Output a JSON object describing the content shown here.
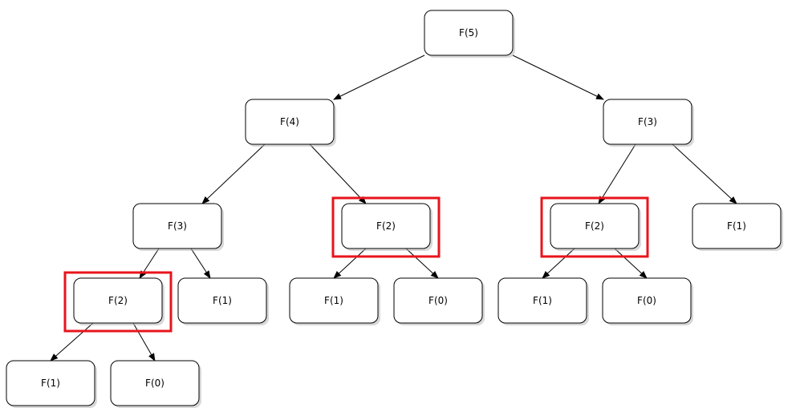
{
  "diagram": {
    "nodes": [
      {
        "id": "n5",
        "label": "F(5)",
        "highlighted": false
      },
      {
        "id": "n4",
        "label": "F(4)",
        "highlighted": false
      },
      {
        "id": "n3a",
        "label": "F(3)",
        "highlighted": false
      },
      {
        "id": "n3b",
        "label": "F(3)",
        "highlighted": false
      },
      {
        "id": "n2a",
        "label": "F(2)",
        "highlighted": true
      },
      {
        "id": "n1a",
        "label": "F(1)",
        "highlighted": false
      },
      {
        "id": "n1b",
        "label": "F(1)",
        "highlighted": false
      },
      {
        "id": "n0a",
        "label": "F(0)",
        "highlighted": false
      },
      {
        "id": "n2b",
        "label": "F(2)",
        "highlighted": true
      },
      {
        "id": "n1c",
        "label": "F(1)",
        "highlighted": false
      },
      {
        "id": "n0b",
        "label": "F(0)",
        "highlighted": false
      },
      {
        "id": "n2c",
        "label": "F(2)",
        "highlighted": true
      },
      {
        "id": "n1d",
        "label": "F(1)",
        "highlighted": false
      },
      {
        "id": "n1e",
        "label": "F(1)",
        "highlighted": false
      },
      {
        "id": "n0c",
        "label": "F(0)",
        "highlighted": false
      }
    ],
    "edges": [
      {
        "from": "n5",
        "to": "n4"
      },
      {
        "from": "n5",
        "to": "n3b"
      },
      {
        "from": "n4",
        "to": "n3a"
      },
      {
        "from": "n4",
        "to": "n2b"
      },
      {
        "from": "n3b",
        "to": "n2c"
      },
      {
        "from": "n3b",
        "to": "n1d"
      },
      {
        "from": "n3a",
        "to": "n2a"
      },
      {
        "from": "n3a",
        "to": "n1b"
      },
      {
        "from": "n2a",
        "to": "n1a"
      },
      {
        "from": "n2a",
        "to": "n0a"
      },
      {
        "from": "n2b",
        "to": "n1c"
      },
      {
        "from": "n2b",
        "to": "n0b"
      },
      {
        "from": "n2c",
        "to": "n1e"
      },
      {
        "from": "n2c",
        "to": "n0c"
      }
    ],
    "colors": {
      "node_border": "#000000",
      "edge": "#000000",
      "highlight": "#e8141c"
    }
  }
}
